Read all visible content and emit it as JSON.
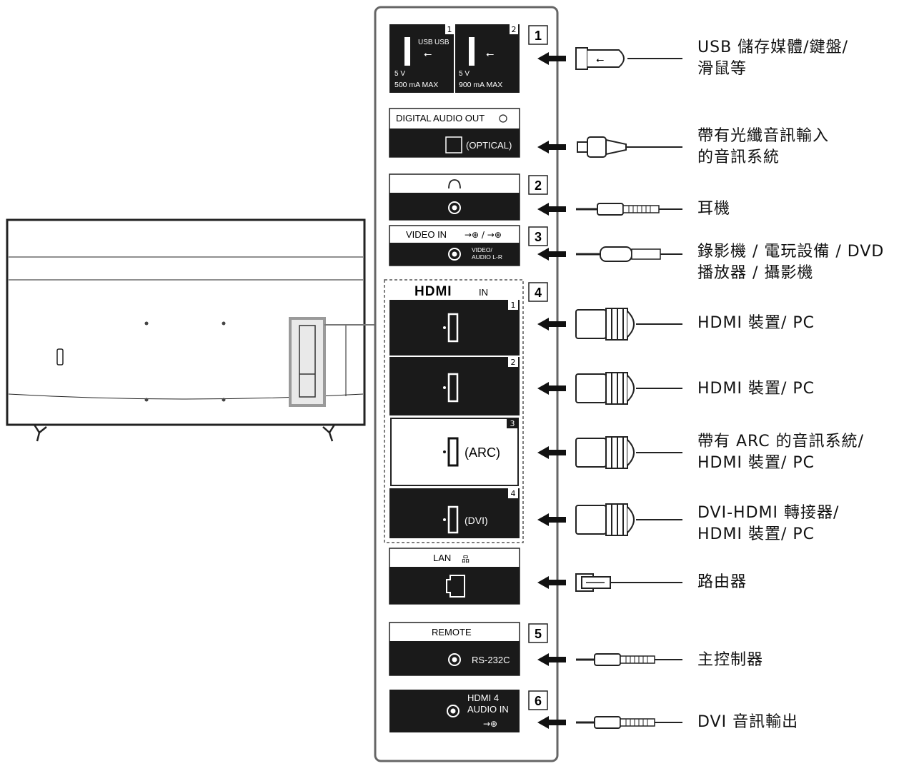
{
  "usb": {
    "port1": {
      "number": "1",
      "label": "USB",
      "power": "5 V",
      "max": "500 mA MAX"
    },
    "port2": {
      "number": "2",
      "label": "USB",
      "power": "5 V",
      "max": "900 mA MAX"
    }
  },
  "digital_audio": {
    "label": "DIGITAL AUDIO OUT",
    "sub": "(OPTICAL)"
  },
  "video_in": {
    "label": "VIDEO IN",
    "sub1": "VIDEO/",
    "sub2": "AUDIO L-R"
  },
  "hdmi": {
    "header_logo": "HDMI",
    "header_in": "IN",
    "ports": [
      {
        "number": "1",
        "tag": ""
      },
      {
        "number": "2",
        "tag": ""
      },
      {
        "number": "3",
        "tag": "(ARC)"
      },
      {
        "number": "4",
        "tag": "(DVI)"
      }
    ]
  },
  "lan": {
    "label": "LAN"
  },
  "remote": {
    "label": "REMOTE",
    "sub": "RS-232C"
  },
  "hdmi4_audio": {
    "line1": "HDMI 4",
    "line2": "AUDIO IN"
  },
  "section_numbers": [
    "1",
    "2",
    "3",
    "4",
    "5",
    "6"
  ],
  "descriptions": [
    {
      "line1": "USB 儲存媒體/鍵盤/",
      "line2": "滑鼠等"
    },
    {
      "line1": "帶有光纖音訊輸入",
      "line2": "的音訊系統"
    },
    {
      "line1": "耳機",
      "line2": ""
    },
    {
      "line1": "錄影機 / 電玩設備 / DVD",
      "line2": "播放器 / 攝影機"
    },
    {
      "line1": "HDMI 裝置/ PC",
      "line2": ""
    },
    {
      "line1": "HDMI 裝置/ PC",
      "line2": ""
    },
    {
      "line1": "帶有 ARC 的音訊系統/",
      "line2": "HDMI 裝置/ PC"
    },
    {
      "line1": "DVI-HDMI 轉接器/",
      "line2": "HDMI 裝置/ PC"
    },
    {
      "line1": "路由器",
      "line2": ""
    },
    {
      "line1": "主控制器",
      "line2": ""
    },
    {
      "line1": "DVI 音訊輸出",
      "line2": ""
    }
  ],
  "colors": {
    "panel_dark": "#1a1a1a",
    "line": "#222222",
    "highlight": "#a8a8a8"
  }
}
